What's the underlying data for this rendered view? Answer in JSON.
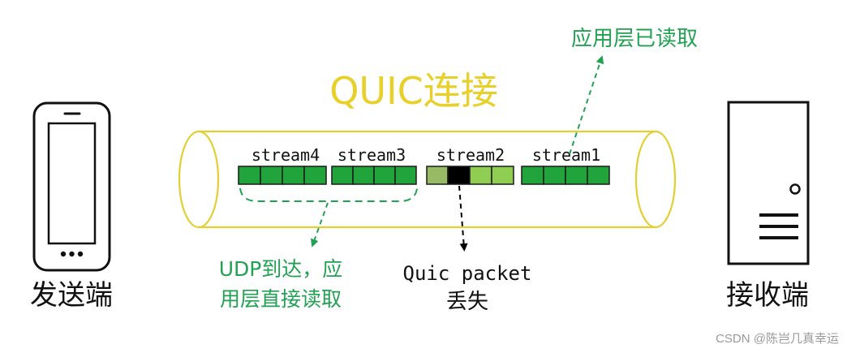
{
  "title": "QUIC连接",
  "sender_label": "发送端",
  "receiver_label": "接收端",
  "streams": [
    {
      "name": "stream4"
    },
    {
      "name": "stream3"
    },
    {
      "name": "stream2"
    },
    {
      "name": "stream1"
    }
  ],
  "annotations": {
    "app_read": "应用层已读取",
    "udp_line1": "UDP到达，应",
    "udp_line2": "用层直接读取",
    "loss_line1": "Quic packet",
    "loss_line2": "丢失"
  },
  "watermark": "CSDN @陈岂几真幸运",
  "colors": {
    "title": "#e8cf2a",
    "tube": "#e3cf34",
    "block_green": "#22a43c",
    "block_light": "#8fce52",
    "block_olive": "#98ba65",
    "block_lost": "#000000",
    "annotation_green": "#21a152"
  }
}
